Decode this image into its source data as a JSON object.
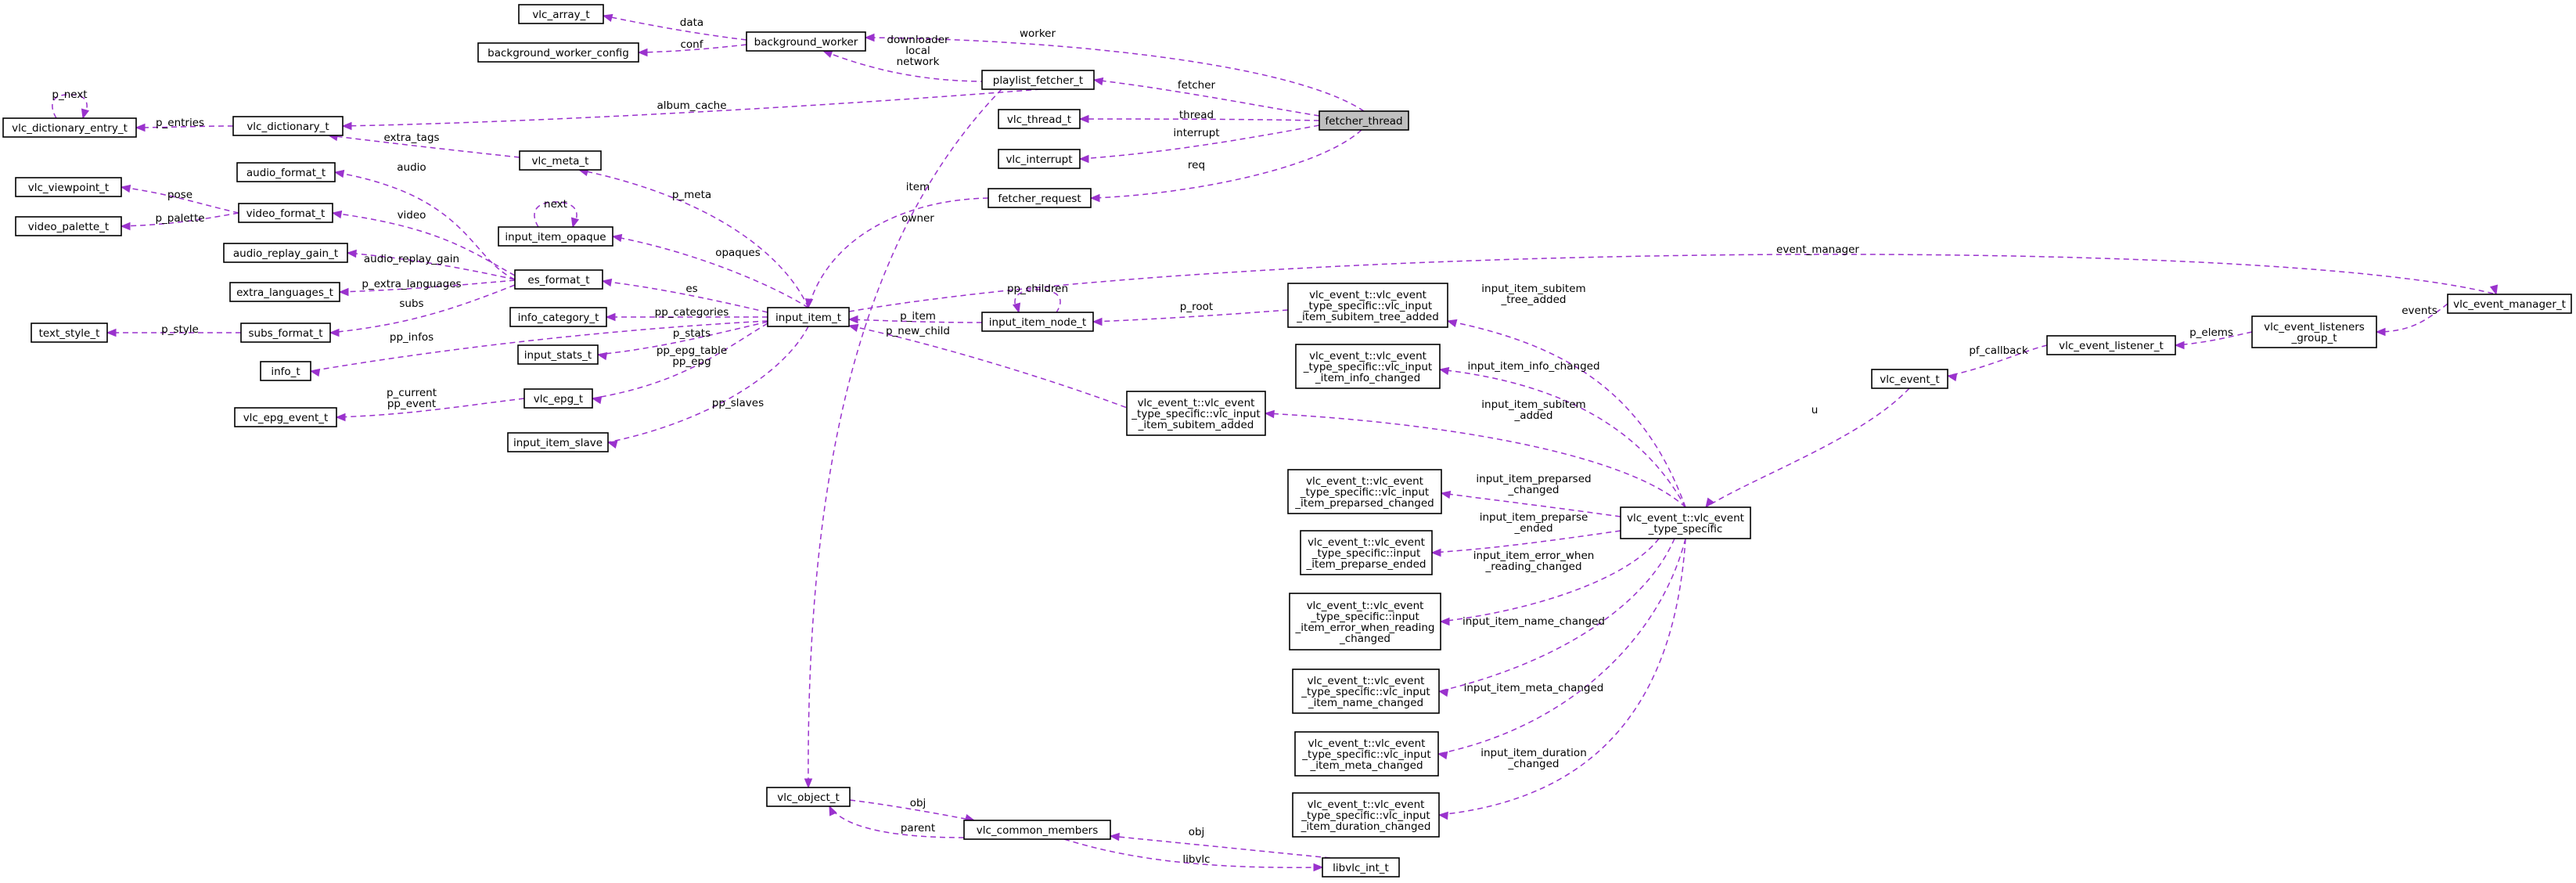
{
  "nodes": {
    "vlc_array_t": [
      "vlc_array_t"
    ],
    "background_worker_config": [
      "background_worker_config"
    ],
    "background_worker": [
      "background_worker"
    ],
    "vlc_dictionary_entry_t": [
      "vlc_dictionary_entry_t"
    ],
    "vlc_dictionary_t": [
      "vlc_dictionary_t"
    ],
    "playlist_fetcher_t": [
      "playlist_fetcher_t"
    ],
    "vlc_thread_t": [
      "vlc_thread_t"
    ],
    "fetcher_thread": [
      "fetcher_thread"
    ],
    "vlc_meta_t": [
      "vlc_meta_t"
    ],
    "vlc_interrupt": [
      "vlc_interrupt"
    ],
    "audio_format_t": [
      "audio_format_t"
    ],
    "vlc_viewpoint_t": [
      "vlc_viewpoint_t"
    ],
    "video_format_t": [
      "video_format_t"
    ],
    "fetcher_request": [
      "fetcher_request"
    ],
    "video_palette_t": [
      "video_palette_t"
    ],
    "input_item_opaque": [
      "input_item_opaque"
    ],
    "audio_replay_gain_t": [
      "audio_replay_gain_t"
    ],
    "es_format_t": [
      "es_format_t"
    ],
    "vlc_event_t_subitem_tree_added": [
      "vlc_event_t::vlc_event",
      "_type_specific::vlc_input",
      "_item_subitem_tree_added"
    ],
    "extra_languages_t": [
      "extra_languages_t"
    ],
    "info_category_t": [
      "info_category_t"
    ],
    "input_item_t": [
      "input_item_t"
    ],
    "input_item_node_t": [
      "input_item_node_t"
    ],
    "vlc_event_manager_t": [
      "vlc_event_manager_t"
    ],
    "vlc_event_listeners_group_t": [
      "vlc_event_listeners",
      "_group_t"
    ],
    "text_style_t": [
      "text_style_t"
    ],
    "subs_format_t": [
      "subs_format_t"
    ],
    "vlc_event_listener_t": [
      "vlc_event_listener_t"
    ],
    "input_stats_t": [
      "input_stats_t"
    ],
    "vlc_event_t_info_changed": [
      "vlc_event_t::vlc_event",
      "_type_specific::vlc_input",
      "_item_info_changed"
    ],
    "info_t": [
      "info_t"
    ],
    "vlc_event_t": [
      "vlc_event_t"
    ],
    "vlc_epg_t": [
      "vlc_epg_t"
    ],
    "vlc_event_t_subitem_added": [
      "vlc_event_t::vlc_event",
      "_type_specific::vlc_input",
      "_item_subitem_added"
    ],
    "vlc_epg_event_t": [
      "vlc_epg_event_t"
    ],
    "input_item_slave": [
      "input_item_slave"
    ],
    "vlc_event_t_preparsed_changed": [
      "vlc_event_t::vlc_event",
      "_type_specific::vlc_input",
      "_item_preparsed_changed"
    ],
    "vlc_event_type_specific": [
      "vlc_event_t::vlc_event",
      "_type_specific"
    ],
    "vlc_event_t_preparse_ended": [
      "vlc_event_t::vlc_event",
      "_type_specific::input",
      "_item_preparse_ended"
    ],
    "vlc_event_t_error_when_reading": [
      "vlc_event_t::vlc_event",
      "_type_specific::input",
      "_item_error_when_reading",
      "_changed"
    ],
    "vlc_event_t_name_changed": [
      "vlc_event_t::vlc_event",
      "_type_specific::vlc_input",
      "_item_name_changed"
    ],
    "vlc_event_t_meta_changed": [
      "vlc_event_t::vlc_event",
      "_type_specific::vlc_input",
      "_item_meta_changed"
    ],
    "vlc_event_t_duration_changed": [
      "vlc_event_t::vlc_event",
      "_type_specific::vlc_input",
      "_item_duration_changed"
    ],
    "vlc_object_t": [
      "vlc_object_t"
    ],
    "vlc_common_members": [
      "vlc_common_members"
    ],
    "libvlc_int_t": [
      "libvlc_int_t"
    ]
  },
  "edges": {
    "data": [
      "data"
    ],
    "conf": [
      "conf"
    ],
    "worker": [
      "worker"
    ],
    "downloader_local_network": [
      "downloader",
      "local",
      "network"
    ],
    "p_next": [
      "p_next"
    ],
    "p_entries": [
      "p_entries"
    ],
    "album_cache": [
      "album_cache"
    ],
    "fetcher": [
      "fetcher"
    ],
    "thread": [
      "thread"
    ],
    "interrupt": [
      "interrupt"
    ],
    "req": [
      "req"
    ],
    "extra_tags": [
      "extra_tags"
    ],
    "p_meta": [
      "p_meta"
    ],
    "item": [
      "item"
    ],
    "owner": [
      "owner"
    ],
    "audio": [
      "audio"
    ],
    "pose": [
      "pose"
    ],
    "video": [
      "video"
    ],
    "p_palette": [
      "p_palette"
    ],
    "next": [
      "next"
    ],
    "opaques": [
      "opaques"
    ],
    "audio_replay_gain": [
      "audio_replay_gain"
    ],
    "p_extra_languages": [
      "p_extra_languages"
    ],
    "subs": [
      "subs"
    ],
    "es": [
      "es"
    ],
    "event_manager": [
      "event_manager"
    ],
    "pp_categories": [
      "pp_categories"
    ],
    "p_item": [
      "p_item"
    ],
    "pp_children": [
      "pp_children"
    ],
    "p_root": [
      "p_root"
    ],
    "p_style": [
      "p_style"
    ],
    "pp_infos": [
      "pp_infos"
    ],
    "p_stats": [
      "p_stats"
    ],
    "p_new_child": [
      "p_new_child"
    ],
    "input_item_subitem_tree_added": [
      "input_item_subitem",
      "_tree_added"
    ],
    "events": [
      "events"
    ],
    "p_elems": [
      "p_elems"
    ],
    "pf_callback": [
      "pf_callback"
    ],
    "input_item_info_changed": [
      "input_item_info_changed"
    ],
    "pp_epg_table": [
      "pp_epg_table",
      "pp_epg"
    ],
    "p_current_pp_event": [
      "p_current",
      "pp_event"
    ],
    "u": [
      "u"
    ],
    "pp_slaves": [
      "pp_slaves"
    ],
    "input_item_subitem_added": [
      "input_item_subitem",
      "_added"
    ],
    "input_item_preparsed_changed": [
      "input_item_preparsed",
      "_changed"
    ],
    "input_item_preparse_ended": [
      "input_item_preparse",
      "_ended"
    ],
    "input_item_error_when_reading_changed": [
      "input_item_error_when",
      "_reading_changed"
    ],
    "input_item_name_changed": [
      "input_item_name_changed"
    ],
    "input_item_meta_changed": [
      "input_item_meta_changed"
    ],
    "input_item_duration_changed": [
      "input_item_duration",
      "_changed"
    ],
    "obj_1": [
      "obj"
    ],
    "parent": [
      "parent"
    ],
    "obj_2": [
      "obj"
    ],
    "libvlc": [
      "libvlc"
    ]
  }
}
